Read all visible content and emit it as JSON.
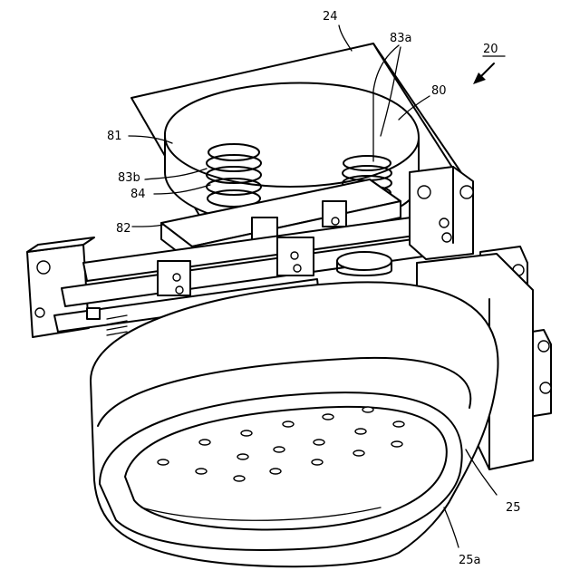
{
  "labels": {
    "assembly": "20",
    "base_plate": "24",
    "ring": "80",
    "disk": "81",
    "spring_a": "83a",
    "spring_b": "83b",
    "spring_seat": "84",
    "bar": "82",
    "head": "25",
    "head_rim": "25a"
  }
}
